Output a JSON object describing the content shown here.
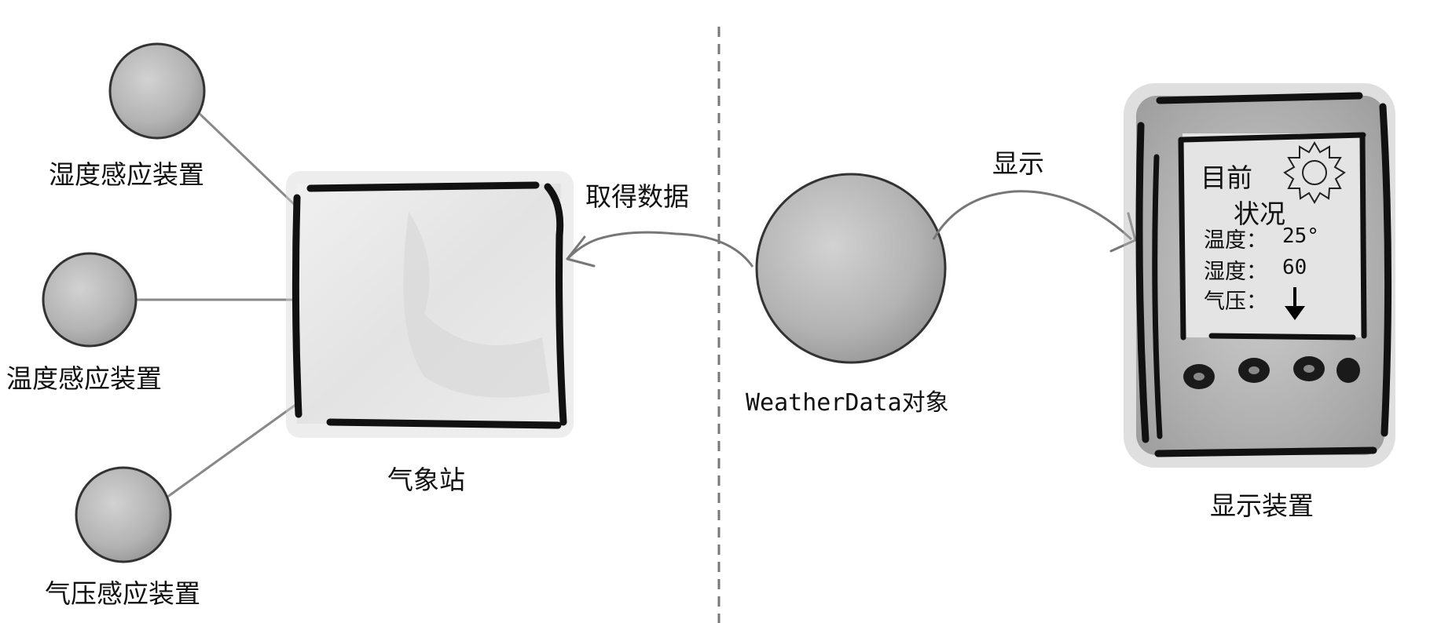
{
  "sensors": {
    "humidity": "湿度感应装置",
    "temperature": "温度感应装置",
    "pressure": "气压感应装置"
  },
  "weather_station": "气象站",
  "get_data_label": "取得数据",
  "weather_data_object": "WeatherData对象",
  "display_arrow_label": "显示",
  "display_device": {
    "label": "显示装置",
    "screen": {
      "title_line1": "目前",
      "title_line2": "状况",
      "temperature_label": "温度：",
      "temperature_value": "25°",
      "humidity_label": "湿度：",
      "humidity_value": "60",
      "pressure_label": "气压：",
      "pressure_trend": "down-arrow-icon",
      "weather_icon": "sun-icon"
    }
  }
}
